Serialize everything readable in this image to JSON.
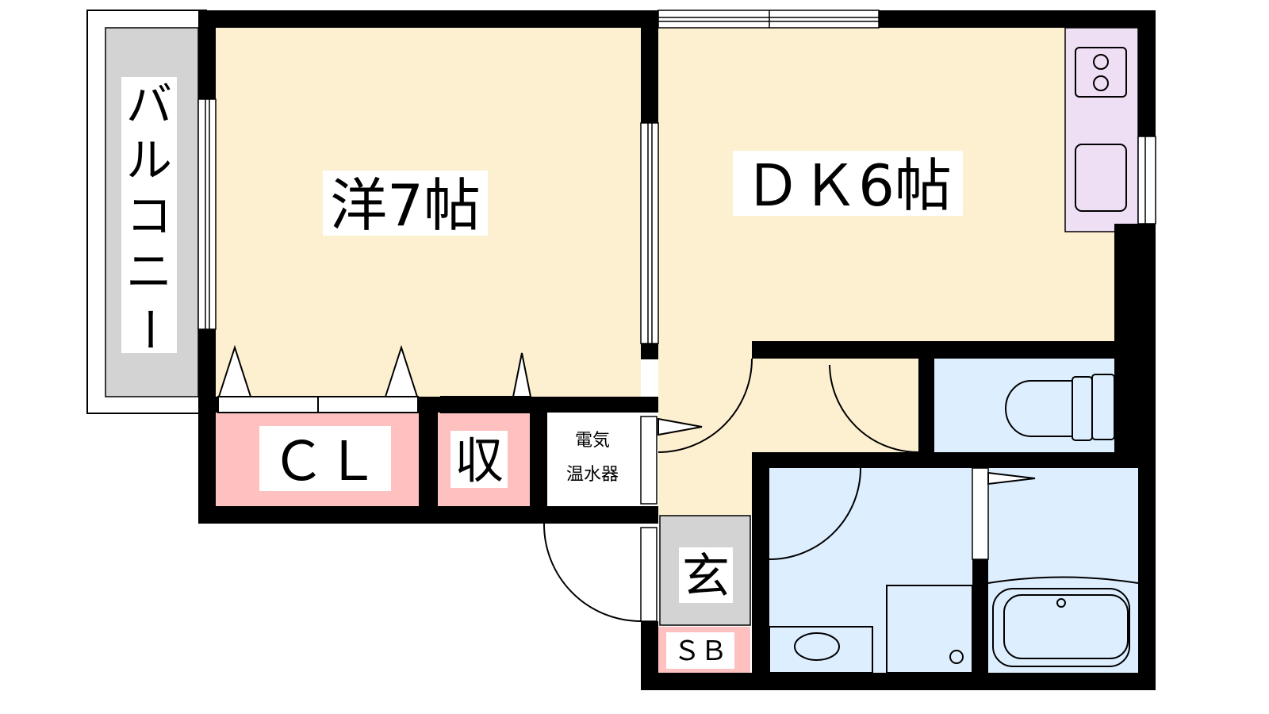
{
  "plan": {
    "rooms": {
      "western": "洋7帖",
      "dk": "ＤＫ6帖",
      "closet": "ＣＬ",
      "storage": "収",
      "water_heater_line1": "電気",
      "water_heater_line2": "温水器",
      "entrance": "玄",
      "shoe_box": "ＳＢ",
      "balcony": [
        "バ",
        "ル",
        "コ",
        "ニ",
        "ー"
      ]
    },
    "colors": {
      "room": "#fdf0d0",
      "closet": "#ffc0c0",
      "wet": "#ddeeff",
      "kitchen": "#eedff5",
      "balcony": "#d3d3d3",
      "wall": "#000000"
    }
  }
}
